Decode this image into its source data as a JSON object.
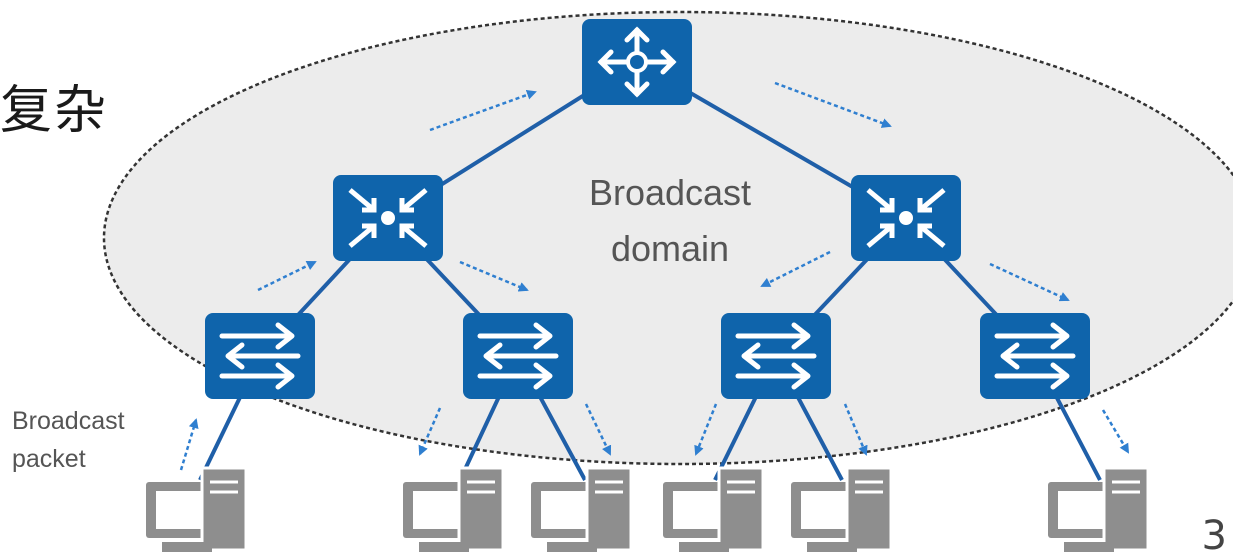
{
  "slide": {
    "title_fragment": "复杂",
    "page_number": "3"
  },
  "diagram": {
    "domain_label_line1": "Broadcast",
    "domain_label_line2": "domain",
    "packet_label_line1": "Broadcast",
    "packet_label_line2": "packet",
    "colors": {
      "device_blue": "#0f64ab",
      "link_blue": "#1f5fa8",
      "arrow_blue": "#2f7fd0",
      "domain_fill": "#ececec",
      "pc_gray": "#8e8e8e"
    },
    "nodes": [
      {
        "id": "router",
        "kind": "router-icon",
        "level": "core"
      },
      {
        "id": "l3-left",
        "kind": "l3-switch-icon",
        "level": "aggregation"
      },
      {
        "id": "l3-right",
        "kind": "l3-switch-icon",
        "level": "aggregation"
      },
      {
        "id": "sw-1",
        "kind": "l2-switch-icon",
        "level": "access"
      },
      {
        "id": "sw-2",
        "kind": "l2-switch-icon",
        "level": "access"
      },
      {
        "id": "sw-3",
        "kind": "l2-switch-icon",
        "level": "access"
      },
      {
        "id": "sw-4",
        "kind": "l2-switch-icon",
        "level": "access"
      },
      {
        "id": "pc-1",
        "kind": "pc-icon",
        "level": "host"
      },
      {
        "id": "pc-2",
        "kind": "pc-icon",
        "level": "host"
      },
      {
        "id": "pc-3",
        "kind": "pc-icon",
        "level": "host"
      },
      {
        "id": "pc-4",
        "kind": "pc-icon",
        "level": "host"
      },
      {
        "id": "pc-5",
        "kind": "pc-icon",
        "level": "host"
      },
      {
        "id": "pc-6",
        "kind": "pc-icon",
        "level": "host"
      }
    ]
  }
}
